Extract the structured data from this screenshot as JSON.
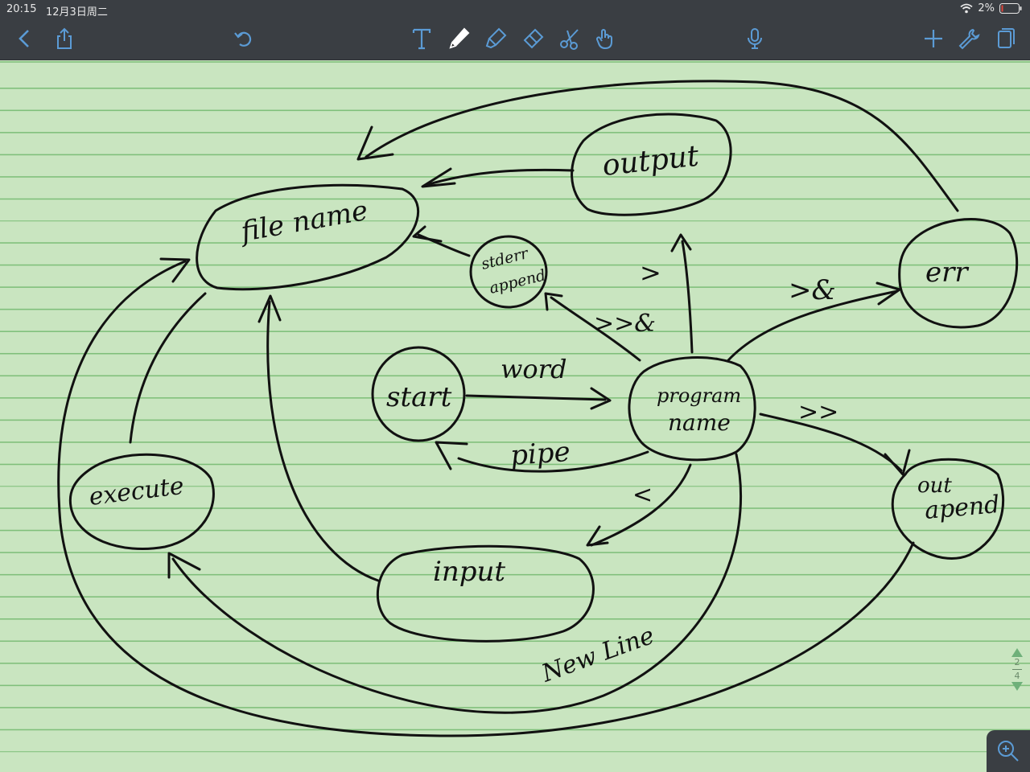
{
  "status": {
    "time": "20:15",
    "date": "12月3日周二",
    "battery": "2%"
  },
  "toolbar": {
    "icons": [
      "back-icon",
      "share-icon",
      "undo-icon",
      "text-tool-icon",
      "pen-tool-icon",
      "highlighter-tool-icon",
      "eraser-tool-icon",
      "scissors-tool-icon",
      "hand-tool-icon",
      "microphone-icon",
      "add-icon",
      "wrench-icon",
      "pages-icon"
    ]
  },
  "diagram": {
    "nodes": {
      "filename": "file name",
      "output": "output",
      "stderr_line1": "stderr",
      "stderr_line2": "append",
      "err": "err",
      "start": "start",
      "program_line1": "program",
      "program_line2": "name",
      "execute": "execute",
      "input": "input",
      "outappend_line1": "out",
      "outappend_line2": "apend"
    },
    "edges": {
      "word": "word",
      "pipe": "pipe",
      "gt": ">",
      "gtgt_amp": ">>&",
      "gt_amp": ">&",
      "gtgt": ">>",
      "lt": "<",
      "newline": "New Line"
    }
  },
  "pager": {
    "current": "2",
    "total": "4"
  },
  "colors": {
    "paper": "#c9e5c0",
    "rule": "#7fbf7a",
    "toolbar": "#3a3e43",
    "accent": "#5b9bd5",
    "ink": "#111111"
  }
}
